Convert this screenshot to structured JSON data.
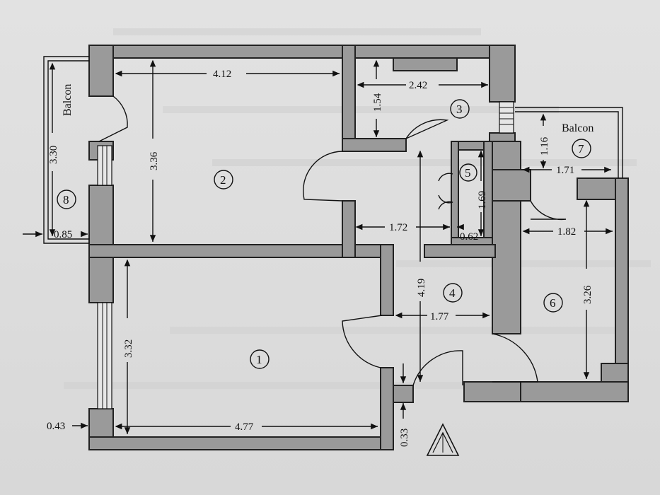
{
  "rooms": [
    {
      "num": "1"
    },
    {
      "num": "2"
    },
    {
      "num": "3"
    },
    {
      "num": "4"
    },
    {
      "num": "5"
    },
    {
      "num": "6"
    },
    {
      "num": "7"
    },
    {
      "num": "8"
    }
  ],
  "labels": {
    "balcon_left": "Balcon",
    "balcon_right": "Balcon"
  },
  "dims": {
    "d412": "4.12",
    "d336": "3.36",
    "d330": "3.30",
    "d085": "0.85",
    "d242": "2.42",
    "d154": "1.54",
    "d116": "1.16",
    "d171": "1.71",
    "d169": "1.69",
    "d172": "1.72",
    "d062": "0.62",
    "d182": "1.82",
    "d419": "4.19",
    "d326": "3.26",
    "d177": "1.77",
    "d332": "3.32",
    "d477": "4.77",
    "d043": "0.43",
    "d033": "0.33"
  },
  "colors": {
    "wall": "#9a9a9a",
    "line": "#111111",
    "paper": "#dcdcdc"
  },
  "icons": {
    "north": "north-arrow-icon"
  }
}
